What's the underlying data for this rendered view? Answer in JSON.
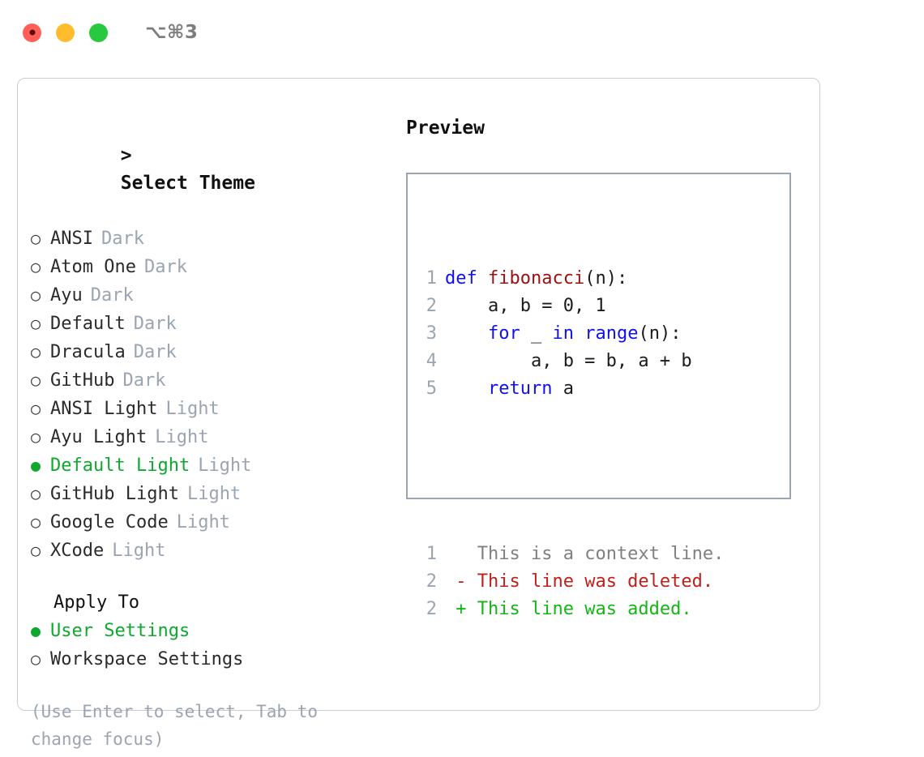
{
  "titlebar": {
    "shortcut": "⌥⌘3",
    "buttons": {
      "close": "close",
      "minimize": "minimize",
      "maximize": "maximize"
    }
  },
  "theme_panel": {
    "header": "Select Theme",
    "prompt": ">",
    "radio_on": "●",
    "radio_off": "○",
    "items": [
      {
        "label": "ANSI",
        "tag": "Dark",
        "selected": false
      },
      {
        "label": "Atom One",
        "tag": "Dark",
        "selected": false
      },
      {
        "label": "Ayu",
        "tag": "Dark",
        "selected": false
      },
      {
        "label": "Default",
        "tag": "Dark",
        "selected": false
      },
      {
        "label": "Dracula",
        "tag": "Dark",
        "selected": false
      },
      {
        "label": "GitHub",
        "tag": "Dark",
        "selected": false
      },
      {
        "label": "ANSI Light",
        "tag": "Light",
        "selected": false
      },
      {
        "label": "Ayu Light",
        "tag": "Light",
        "selected": false
      },
      {
        "label": "Default Light",
        "tag": "Light",
        "selected": true
      },
      {
        "label": "GitHub Light",
        "tag": "Light",
        "selected": false
      },
      {
        "label": "Google Code",
        "tag": "Light",
        "selected": false
      },
      {
        "label": "XCode",
        "tag": "Light",
        "selected": false
      }
    ]
  },
  "apply_to": {
    "header": "Apply To",
    "options": [
      {
        "label": "User Settings",
        "selected": true
      },
      {
        "label": "Workspace Settings",
        "selected": false
      }
    ]
  },
  "hint": "(Use Enter to select, Tab to change focus)",
  "preview": {
    "title": "Preview",
    "code_lines": [
      {
        "num": "1",
        "tokens": [
          {
            "t": "def ",
            "c": "kw"
          },
          {
            "t": "fibonacci",
            "c": "fn"
          },
          {
            "t": "(n):",
            "c": "plain"
          }
        ]
      },
      {
        "num": "2",
        "tokens": [
          {
            "t": "    a, b = 0, 1",
            "c": "plain"
          }
        ]
      },
      {
        "num": "3",
        "tokens": [
          {
            "t": "    ",
            "c": "plain"
          },
          {
            "t": "for",
            "c": "kw"
          },
          {
            "t": " _ ",
            "c": "plain"
          },
          {
            "t": "in",
            "c": "kw"
          },
          {
            "t": " ",
            "c": "plain"
          },
          {
            "t": "range",
            "c": "kw"
          },
          {
            "t": "(n):",
            "c": "plain"
          }
        ]
      },
      {
        "num": "4",
        "tokens": [
          {
            "t": "        a, b = b, a + b",
            "c": "plain"
          }
        ]
      },
      {
        "num": "5",
        "tokens": [
          {
            "t": "    ",
            "c": "plain"
          },
          {
            "t": "return",
            "c": "kw"
          },
          {
            "t": " a",
            "c": "plain"
          }
        ]
      }
    ],
    "diff_lines": [
      {
        "num": "1",
        "marker": "  ",
        "text": "This is a context line.",
        "kind": "ctx"
      },
      {
        "num": "2",
        "marker": "- ",
        "text": "This line was deleted.",
        "kind": "del"
      },
      {
        "num": "2",
        "marker": "+ ",
        "text": "This line was added.",
        "kind": "add"
      }
    ]
  },
  "colors": {
    "accent_green": "#0ea82f",
    "muted": "#9aa5b1",
    "keyword_blue": "#1111ee",
    "function_red": "#9b1111",
    "diff_delete": "#c0201a",
    "diff_add": "#16b516",
    "border": "#c9ced6"
  }
}
